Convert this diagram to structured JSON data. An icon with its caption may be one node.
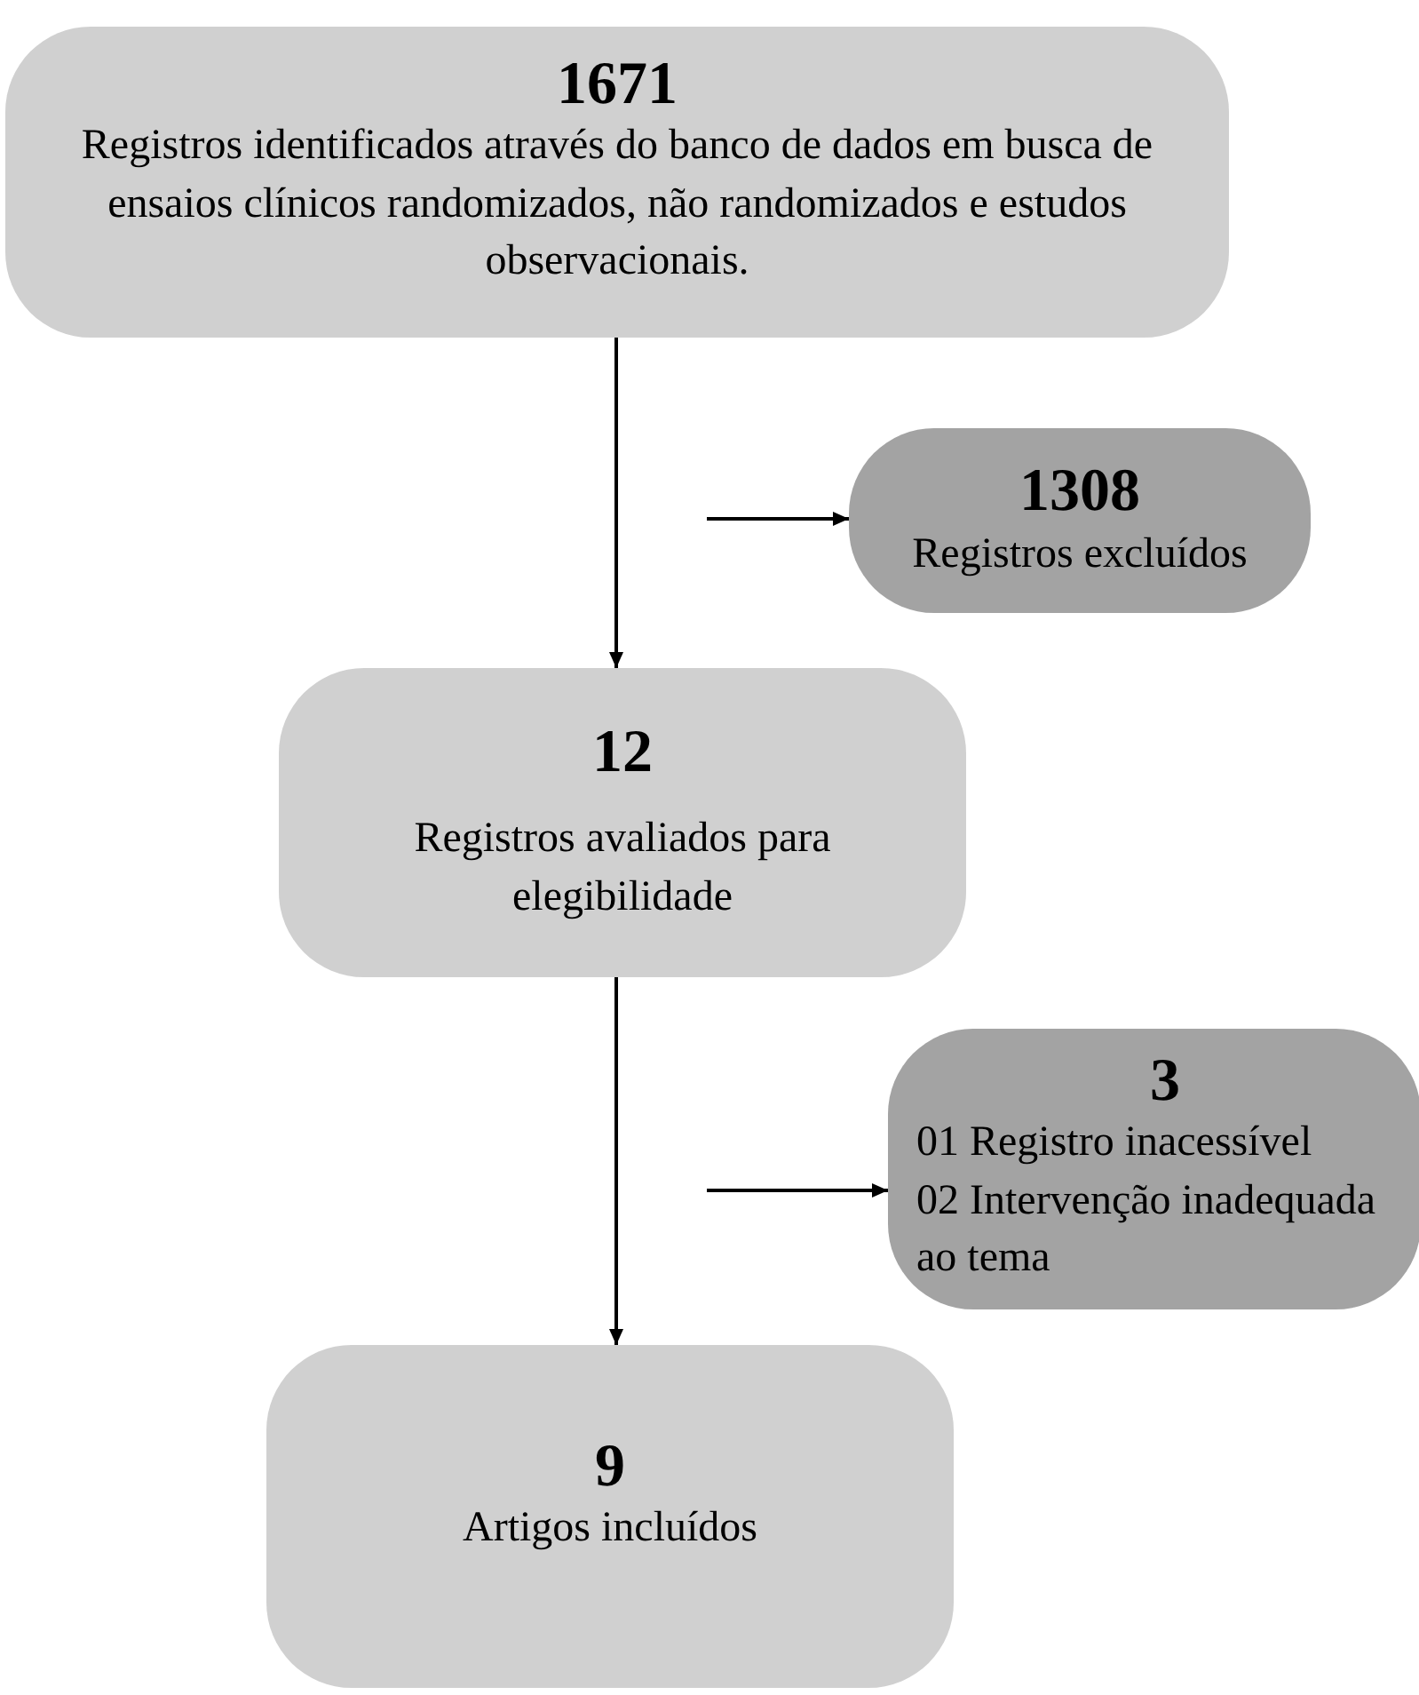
{
  "diagram": {
    "nodes": [
      {
        "text": [
          "1671",
          "Registros identificados através do banco de dados em busca de ensaios clínicos randomizados, não randomizados e estudos observacionais."
        ]
      },
      {
        "text": [
          "1308",
          "Registros excluídos"
        ]
      },
      {
        "text": [
          "12",
          "Registros avaliados para elegibilidade"
        ]
      },
      {
        "text": [
          "3",
          "01 Registro inacessível",
          "02 Intervenção inadequada ao tema"
        ]
      },
      {
        "text": [
          "9",
          "Artigos incluídos"
        ]
      }
    ],
    "edges": [
      {
        "from": 0,
        "to": 2,
        "arrow": "to"
      },
      {
        "from": null,
        "to": 1,
        "arrow": "to"
      },
      {
        "from": 2,
        "to": 4,
        "arrow": "to"
      },
      {
        "from": null,
        "to": 3,
        "arrow": "to"
      }
    ]
  }
}
